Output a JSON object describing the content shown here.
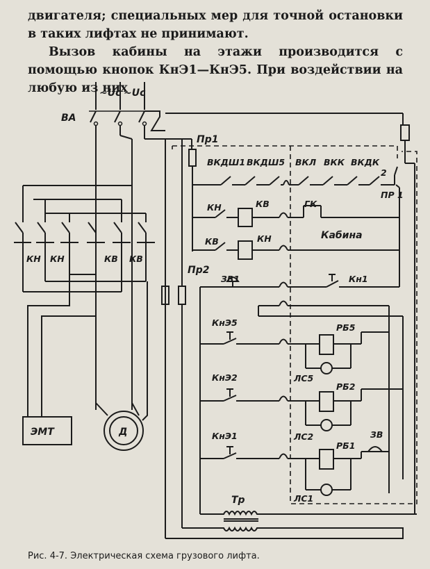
{
  "text": {
    "paragraph1": "двигателя; специальных мер для точной остановки в таких лифтах не принимают.",
    "paragraph2": "Вызов кабины на этажи производится с помощью кнопок КнЭ1—КнЭ5. При воздействии на любую из них"
  },
  "diagram": {
    "labels": {
      "supply1": "~Uc",
      "supply2": "~Uc",
      "breaker": "ВА",
      "fuse1": "Пр1",
      "fuse2": "Пр2",
      "vkdsh1": "ВКДШ1",
      "vkdsh5": "ВКДШ5",
      "vkl": "ВКЛ",
      "vkk": "ВКК",
      "vkdk": "ВКДК",
      "num2": "2",
      "pr1": "ПР 1",
      "kn_contact": "КН",
      "kv_coil": "КВ",
      "gk": "ГК",
      "kv_contact": "КВ",
      "kn_coil": "КН",
      "cabin": "Кабина",
      "zv1": "ЗВ1",
      "kn1": "Кн1",
      "kne5": "КнЭ5",
      "kne2": "КнЭ2",
      "kne1": "КнЭ1",
      "rb5": "РБ5",
      "rb2": "РБ2",
      "rb1": "РБ1",
      "ls5": "ЛС5",
      "ls2": "ЛС2",
      "ls1": "ЛС1",
      "zv": "ЗВ",
      "tr": "Тр",
      "contact_kn1": "КН",
      "contact_kn2": "КН",
      "contact_kv1": "КВ",
      "contact_kv2": "КВ",
      "brake": "ЭМТ",
      "motor": "Д"
    }
  },
  "caption": "Рис. 4-7. Электрическая схема грузового лифта."
}
